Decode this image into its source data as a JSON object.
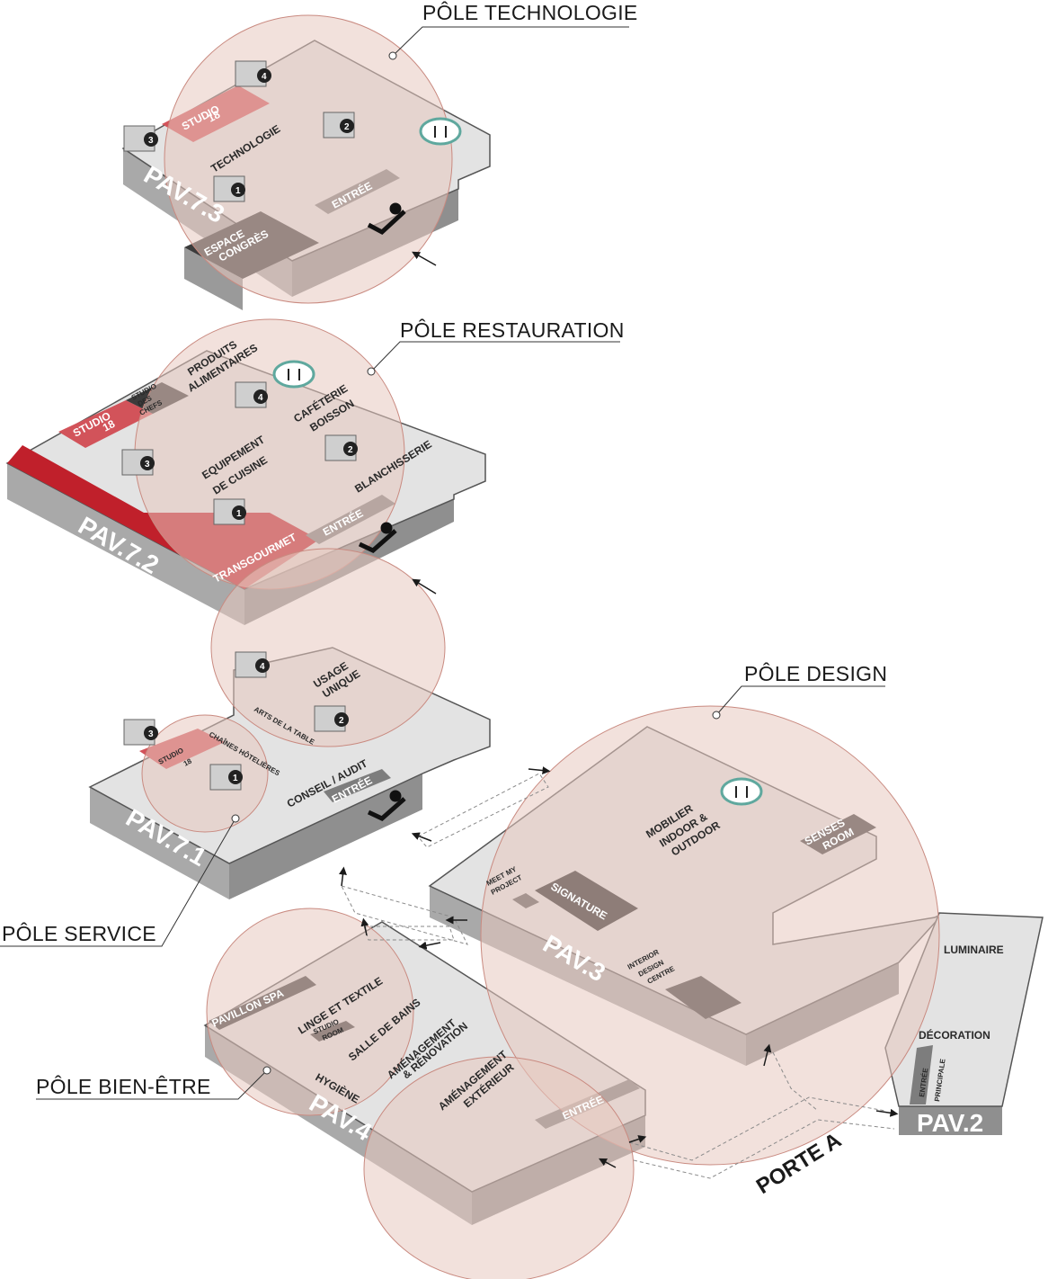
{
  "poles": {
    "technologie": "PÔLE TECHNOLOGIE",
    "restauration": "PÔLE RESTAURATION",
    "design": "PÔLE DESIGN",
    "service": "PÔLE SERVICE",
    "bien_etre": "PÔLE BIEN-ÊTRE"
  },
  "pav73": {
    "name": "PAV.7.3",
    "zone": "TECHNOLOGIE",
    "studio": "STUDIO",
    "studio_num": "18",
    "congres_1": "ESPACE",
    "congres_2": "CONGRÈS",
    "entree": "ENTRÉE",
    "stairs": [
      "4",
      "3",
      "2",
      "1"
    ]
  },
  "pav72": {
    "name": "PAV.7.2",
    "produits_1": "PRODUITS",
    "produits_2": "ALIMENTAIRES",
    "studio_chefs_1": "STUDIO",
    "studio_chefs_2": "DES",
    "studio_chefs_3": "CHEFS",
    "studio": "STUDIO",
    "studio_num": "18",
    "cafeterie": "CAFÉTERIE",
    "boisson": "BOISSON",
    "equipement_1": "EQUIPEMENT",
    "equipement_2": "DE CUISINE",
    "blanchisserie": "BLANCHISSERIE",
    "entree": "ENTRÉE",
    "transgourmet": "TRANSGOURMET",
    "stairs": [
      "4",
      "3",
      "2",
      "1"
    ]
  },
  "pav71": {
    "name": "PAV.7.1",
    "usage_1": "USAGE",
    "usage_2": "UNIQUE",
    "arts": "ARTS DE LA TABLE",
    "chaines": "CHAÎNES HÔTELIÈRES",
    "conseil": "CONSEIL / AUDIT",
    "entree": "ENTRÉE",
    "studio": "STUDIO",
    "studio_num": "18",
    "stairs": [
      "4",
      "3",
      "2",
      "1"
    ]
  },
  "pav3": {
    "name": "PAV.3",
    "mobilier_1": "MOBILIER",
    "mobilier_2": "INDOOR &",
    "mobilier_3": "OUTDOOR",
    "senses_1": "SENSES",
    "senses_2": "ROOM",
    "meet_1": "MEET MY",
    "meet_2": "PROJECT",
    "signature": "SIGNATURE",
    "idc_1": "INTERIOR",
    "idc_2": "DESIGN",
    "idc_3": "CENTRE"
  },
  "pav2": {
    "name": "PAV.2",
    "luminaire": "LUMINAIRE",
    "decoration": "DÉCORATION",
    "entree_1": "ENTRÉE",
    "entree_2": "PRINCIPALE"
  },
  "pav4": {
    "name": "PAV.4",
    "spa": "PAVILLON SPA",
    "linge": "LINGE ET TEXTILE",
    "studio_room_1": "STUDIO",
    "studio_room_2": "ROOM",
    "salle": "SALLE DE BAINS",
    "amenagement_1": "AMÉNAGEMENT",
    "amenagement_2": "& RÉNOVATION",
    "hygiene": "HYGIÈNE",
    "exterieur_1": "AMÉNAGEMENT",
    "exterieur_2": "EXTÉRIEUR",
    "entree": "ENTRÉE"
  },
  "porte": "PORTE A",
  "colors": {
    "zone_fill": "#e8c9c0",
    "floor": "#e3e3e3",
    "wall": "#a9a9a9",
    "red": "#c0202b",
    "studio_red": "#d2535a",
    "dark": "#3b3b3b",
    "entree_gray": "#7d7d7d",
    "teal": "#5fa89e"
  },
  "icons": {
    "restaurant": "fork-knife-icon",
    "escalator": "escalator-icon",
    "stairs": "staircase-icon",
    "arrow": "entrance-arrow-icon"
  }
}
